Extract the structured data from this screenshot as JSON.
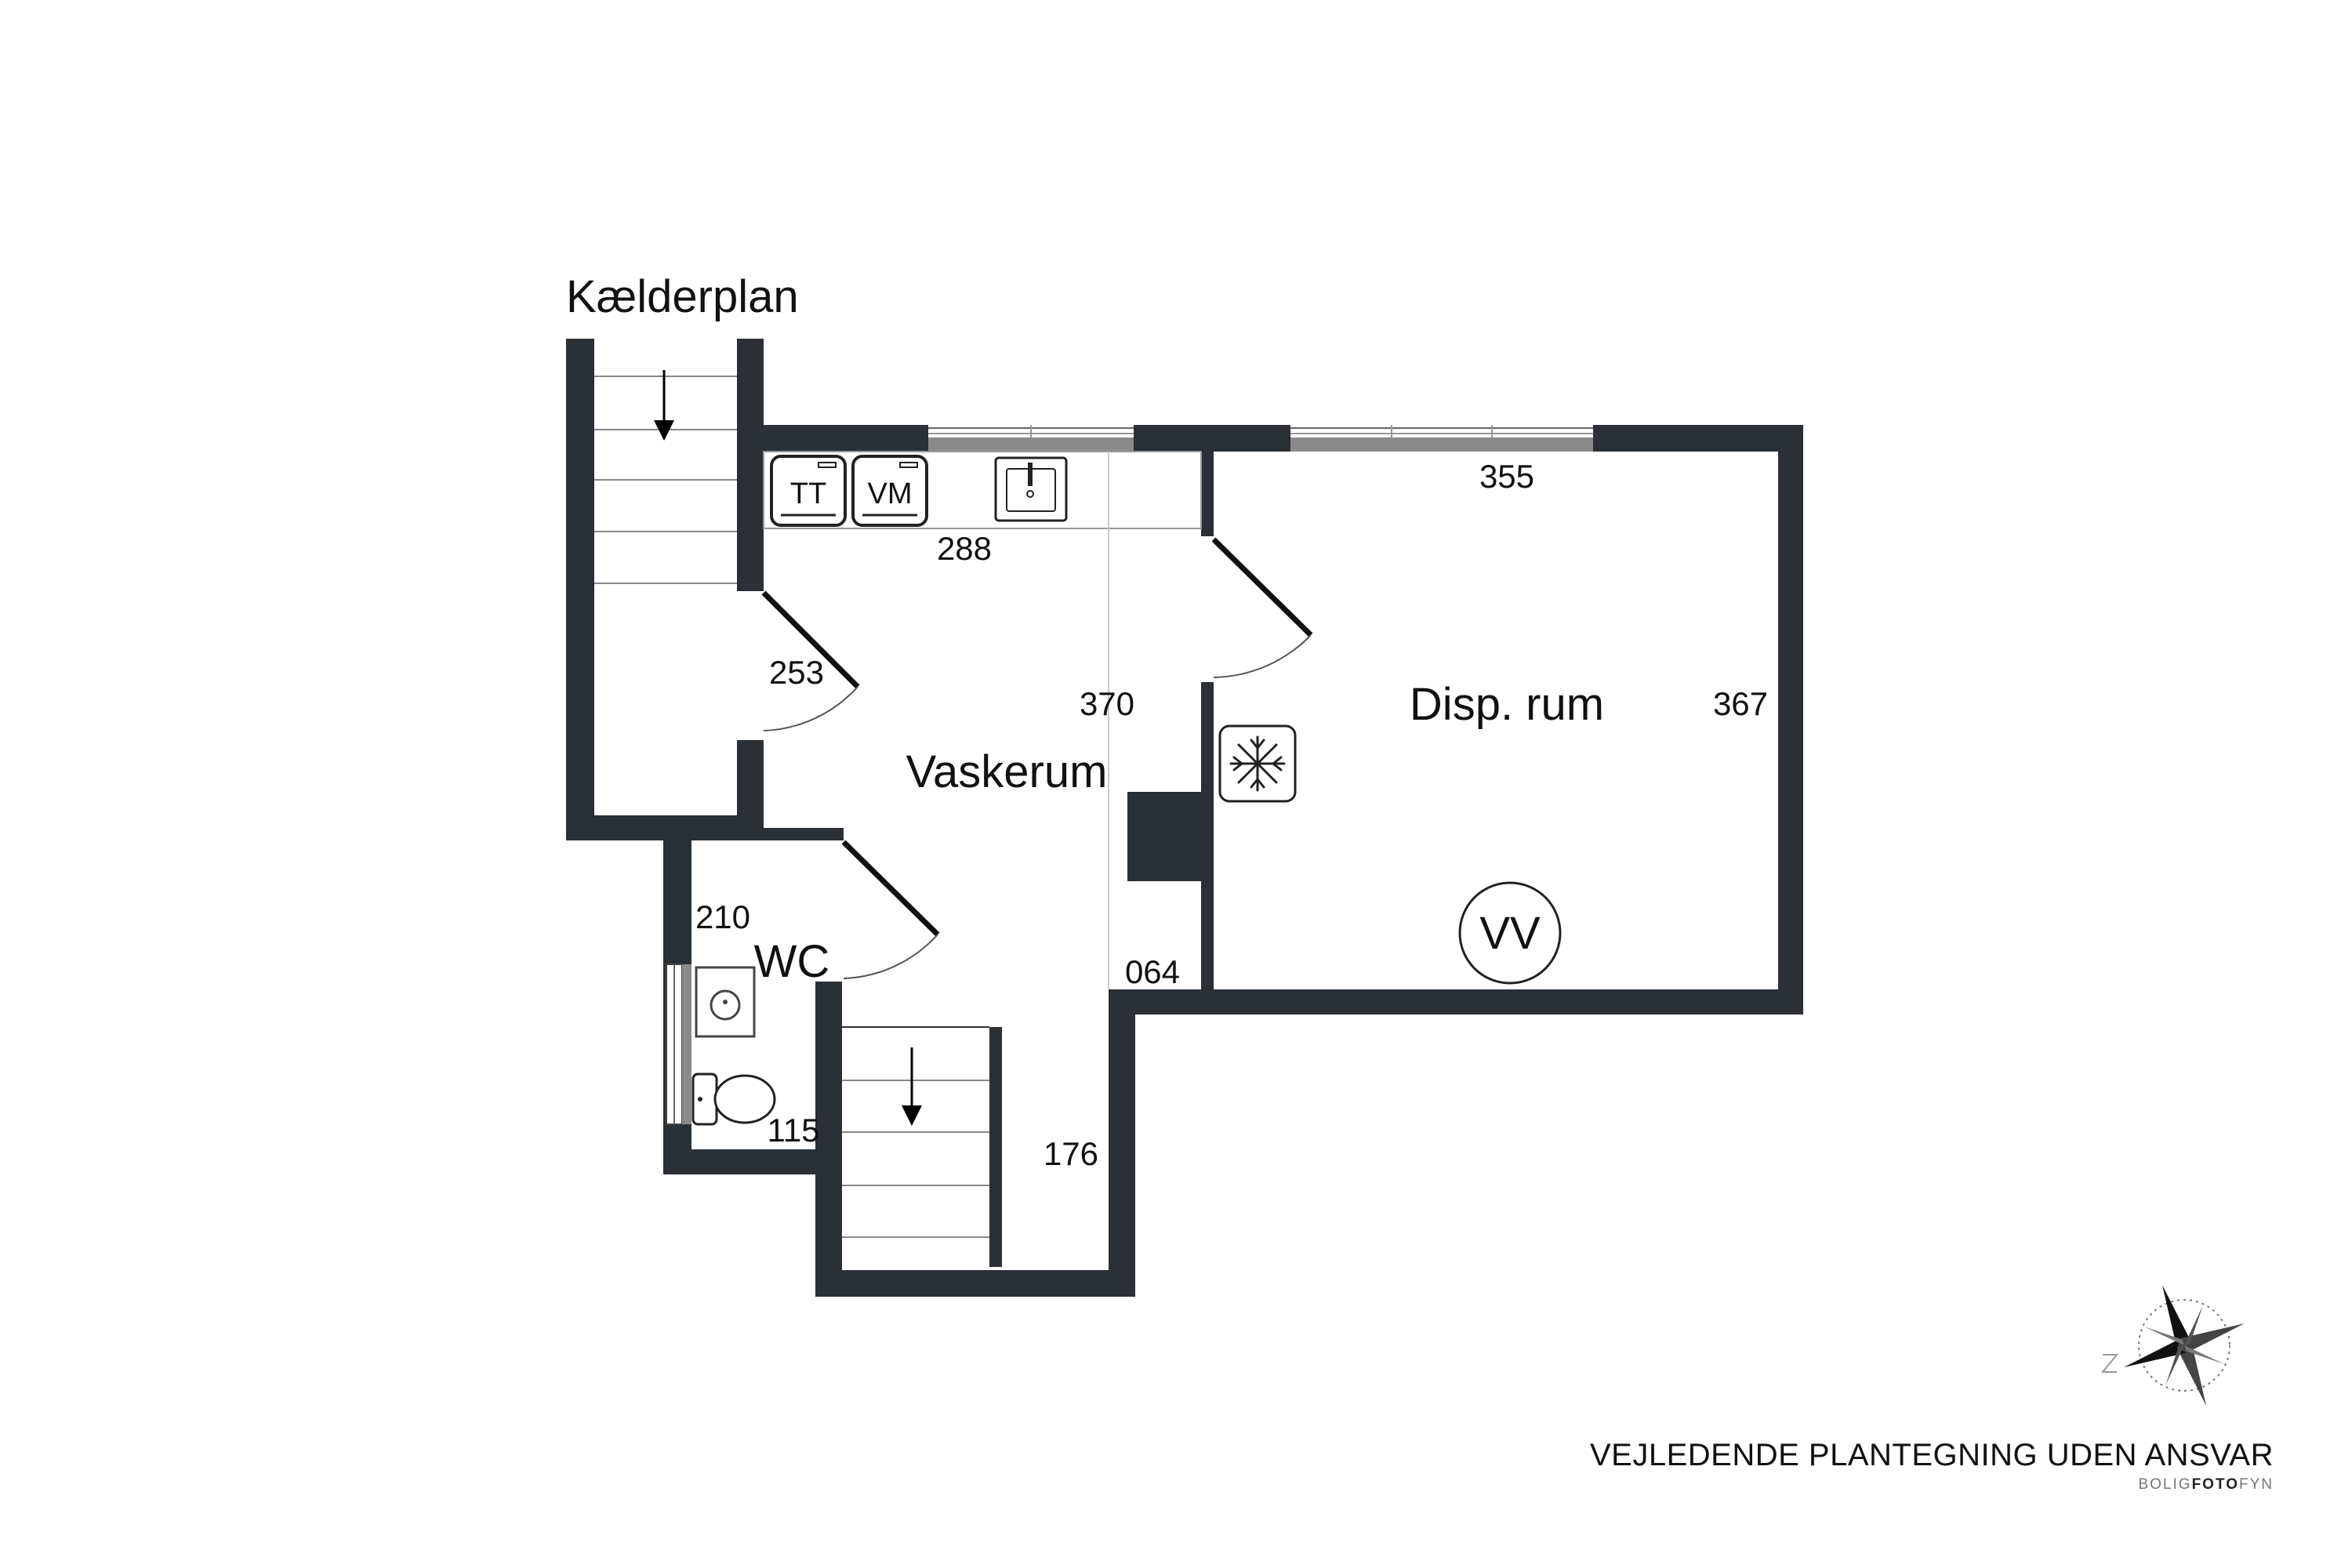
{
  "plan": {
    "title": "Kælderplan",
    "rooms": {
      "vaskerum": "Vaskerum",
      "disp_rum": "Disp. rum",
      "wc": "WC"
    },
    "dimensions": {
      "d355": "355",
      "d288": "288",
      "d253": "253",
      "d370": "370",
      "d367": "367",
      "d210": "210",
      "d064": "064",
      "d115": "115",
      "d176": "176"
    },
    "appliances": {
      "tumble_dryer": "TT",
      "washing_machine": "VM",
      "water_heater": "VV"
    }
  },
  "footer": {
    "disclaimer": "VEJLEDENDE PLANTEGNING UDEN ANSVAR",
    "brand_a": "BOLIG",
    "brand_b": "FOTO",
    "brand_c": "FYN"
  }
}
